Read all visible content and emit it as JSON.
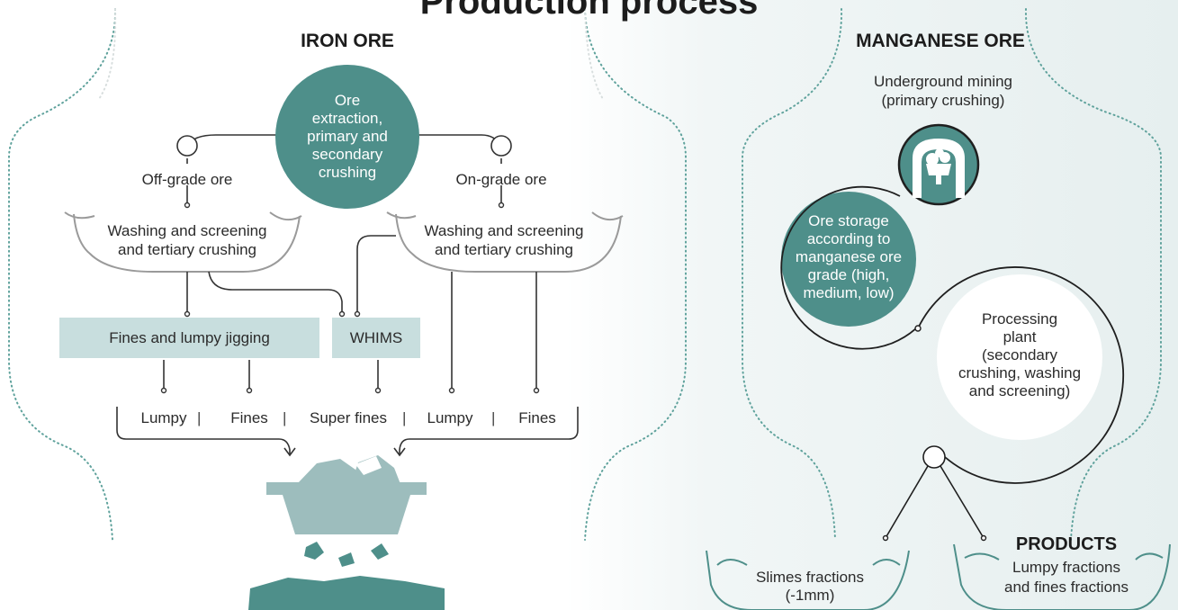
{
  "title": "Production process",
  "colors": {
    "teal": "#4e8f8a",
    "light_teal": "#c8dede",
    "grey_line": "#8a8a8a",
    "mint_fill": "#9dbdbd"
  },
  "iron": {
    "heading": "IRON ORE",
    "extraction": "Ore\nextraction,\nprimary and\nsecondary\ncrushing",
    "off_grade": "Off-grade ore",
    "on_grade": "On-grade ore",
    "washing_left": "Washing and screening\nand tertiary crushing",
    "washing_right": "Washing and screening\nand tertiary crushing",
    "jigging": "Fines and lumpy jigging",
    "whims": "WHIMS",
    "outputs": [
      "Lumpy",
      "Fines",
      "Super fines",
      "Lumpy",
      "Fines"
    ],
    "separator": "|"
  },
  "manganese": {
    "heading": "MANGANESE ORE",
    "mining": "Underground mining\n(primary crushing)",
    "storage": "Ore storage\naccording to\nmanganese ore\ngrade (high,\nmedium, low)",
    "plant": "Processing\nplant\n(secondary\ncrushing, washing\nand screening)",
    "slimes": "Slimes fractions\n(-1mm)",
    "products_heading": "PRODUCTS",
    "products": "Lumpy fractions\nand fines fractions"
  }
}
